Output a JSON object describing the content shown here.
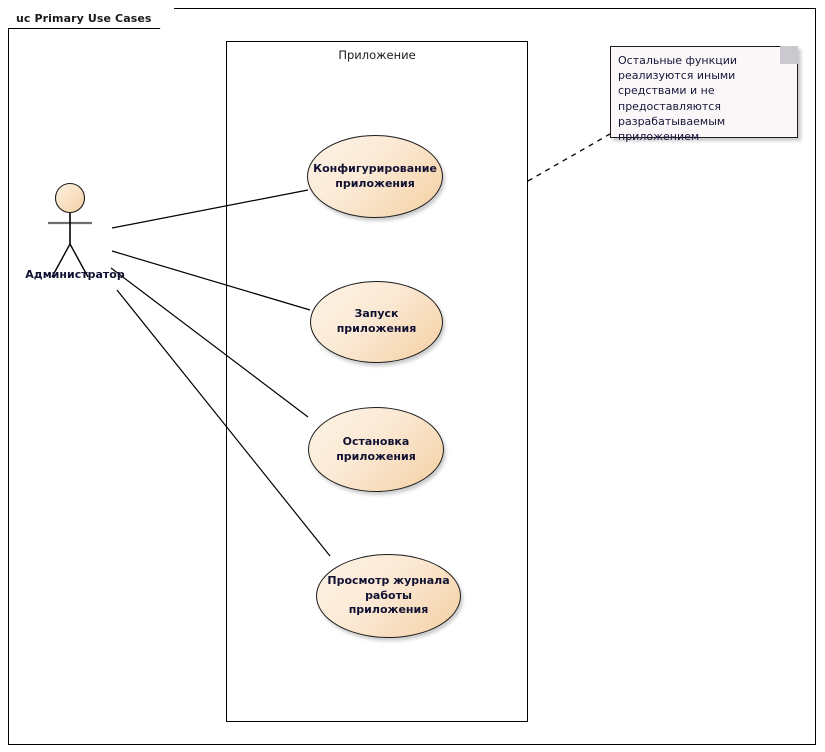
{
  "diagram": {
    "frame_label": "uc Primary Use Cases",
    "boundary_label": "Приложение",
    "colors": {
      "usecase_fill_light": "#fdf3e6",
      "usecase_fill_dark": "#f4cfa2",
      "usecase_border": "#1c1c1c",
      "note_fill": "#fbf7f8",
      "text": "#111133",
      "line": "#000000"
    }
  },
  "actor": {
    "name": "Администратор",
    "icon": "actor-stick-figure"
  },
  "use_cases": [
    {
      "label": "Конфигурирование\nприложения"
    },
    {
      "label": "Запуск приложения"
    },
    {
      "label": "Остановка\nприложения"
    },
    {
      "label": "Просмотр журнала\nработы приложения"
    }
  ],
  "note": {
    "text": "Остальные функции реализуются иными средствами и не предоставляются разрабатываемым приложением"
  },
  "associations": [
    {
      "from": "Администратор",
      "to": "Конфигурирование приложения"
    },
    {
      "from": "Администратор",
      "to": "Запуск приложения"
    },
    {
      "from": "Администратор",
      "to": "Остановка приложения"
    },
    {
      "from": "Администратор",
      "to": "Просмотр журнала работы приложения"
    }
  ]
}
